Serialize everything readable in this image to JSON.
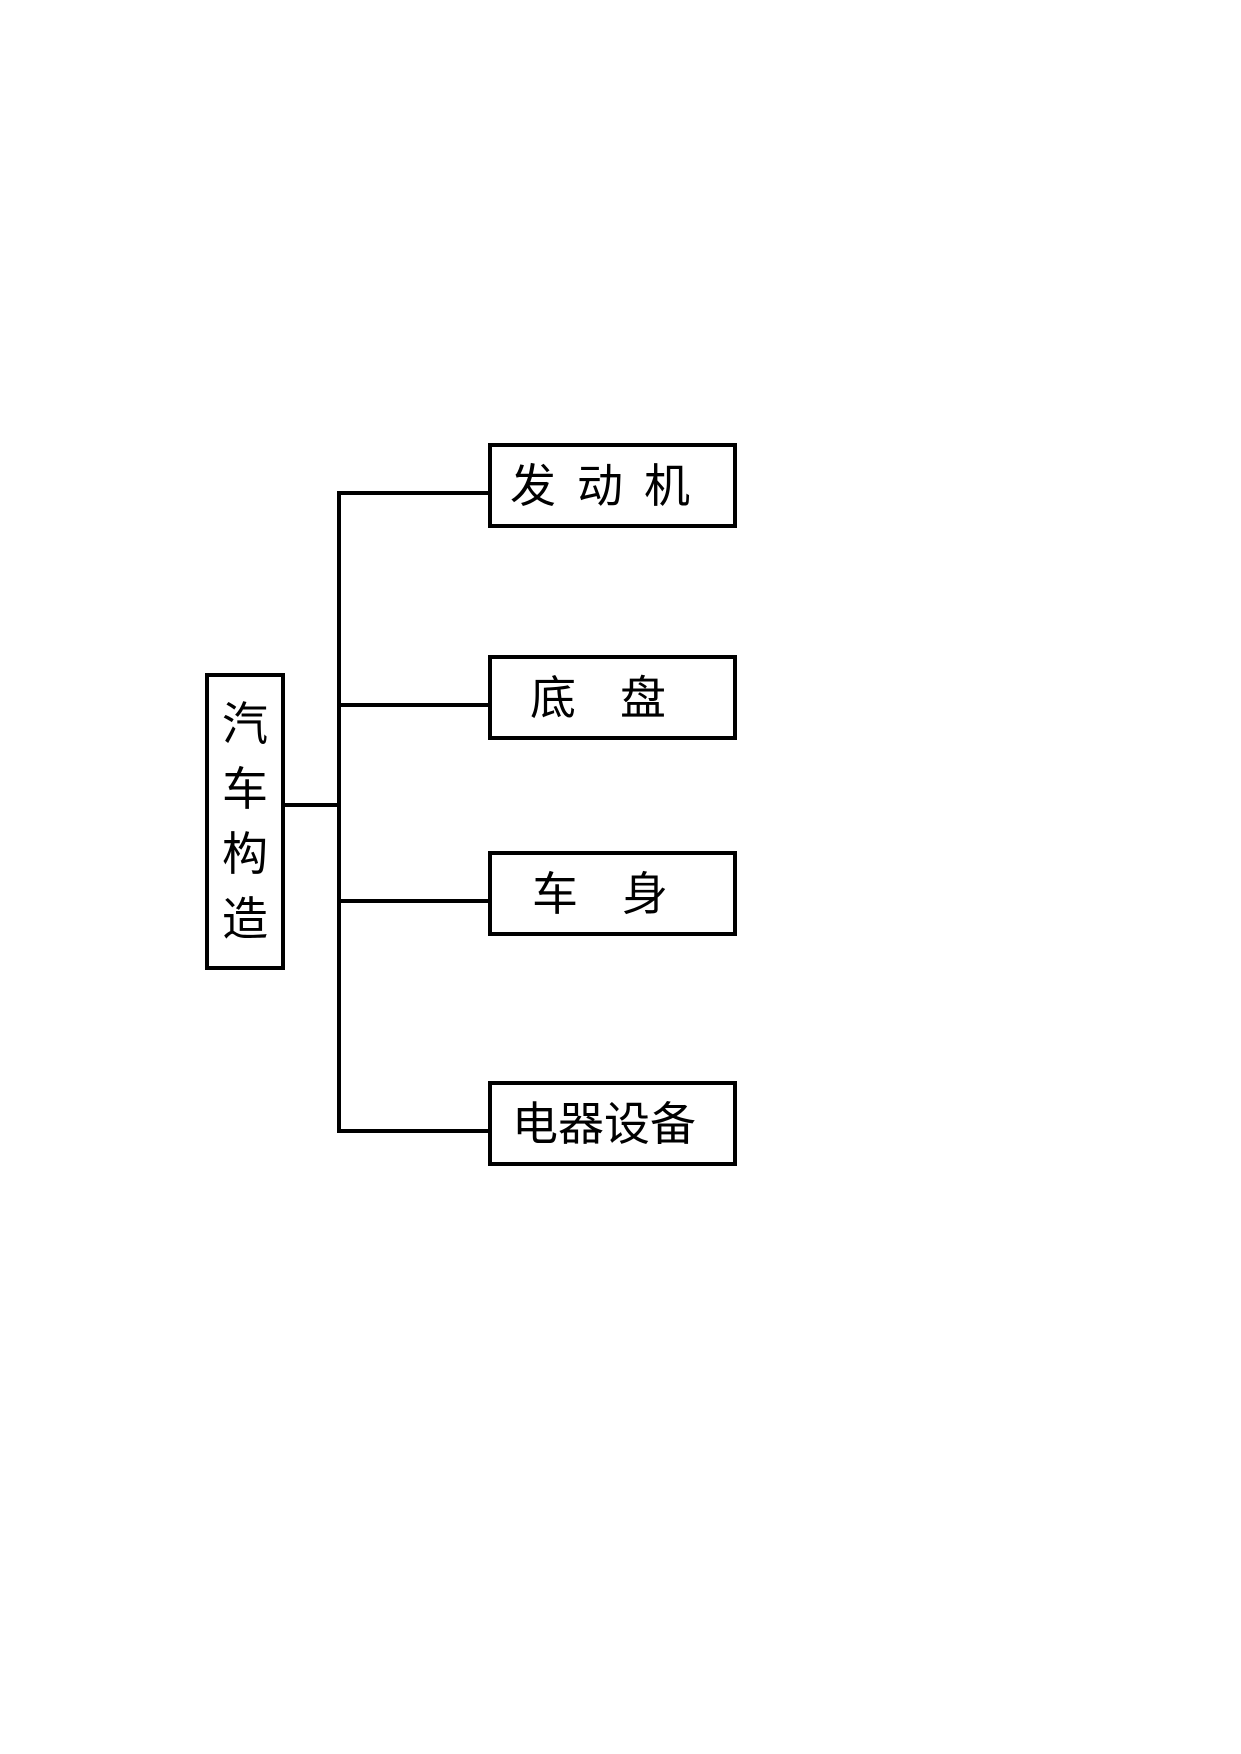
{
  "diagram": {
    "root": {
      "label_chars": [
        "汽",
        "车",
        "构",
        "造"
      ]
    },
    "children": [
      {
        "id": "engine",
        "label": "发动机"
      },
      {
        "id": "chassis",
        "label": "底盘"
      },
      {
        "id": "body",
        "label": "车身"
      },
      {
        "id": "electrical",
        "label": "电器设备"
      }
    ]
  }
}
